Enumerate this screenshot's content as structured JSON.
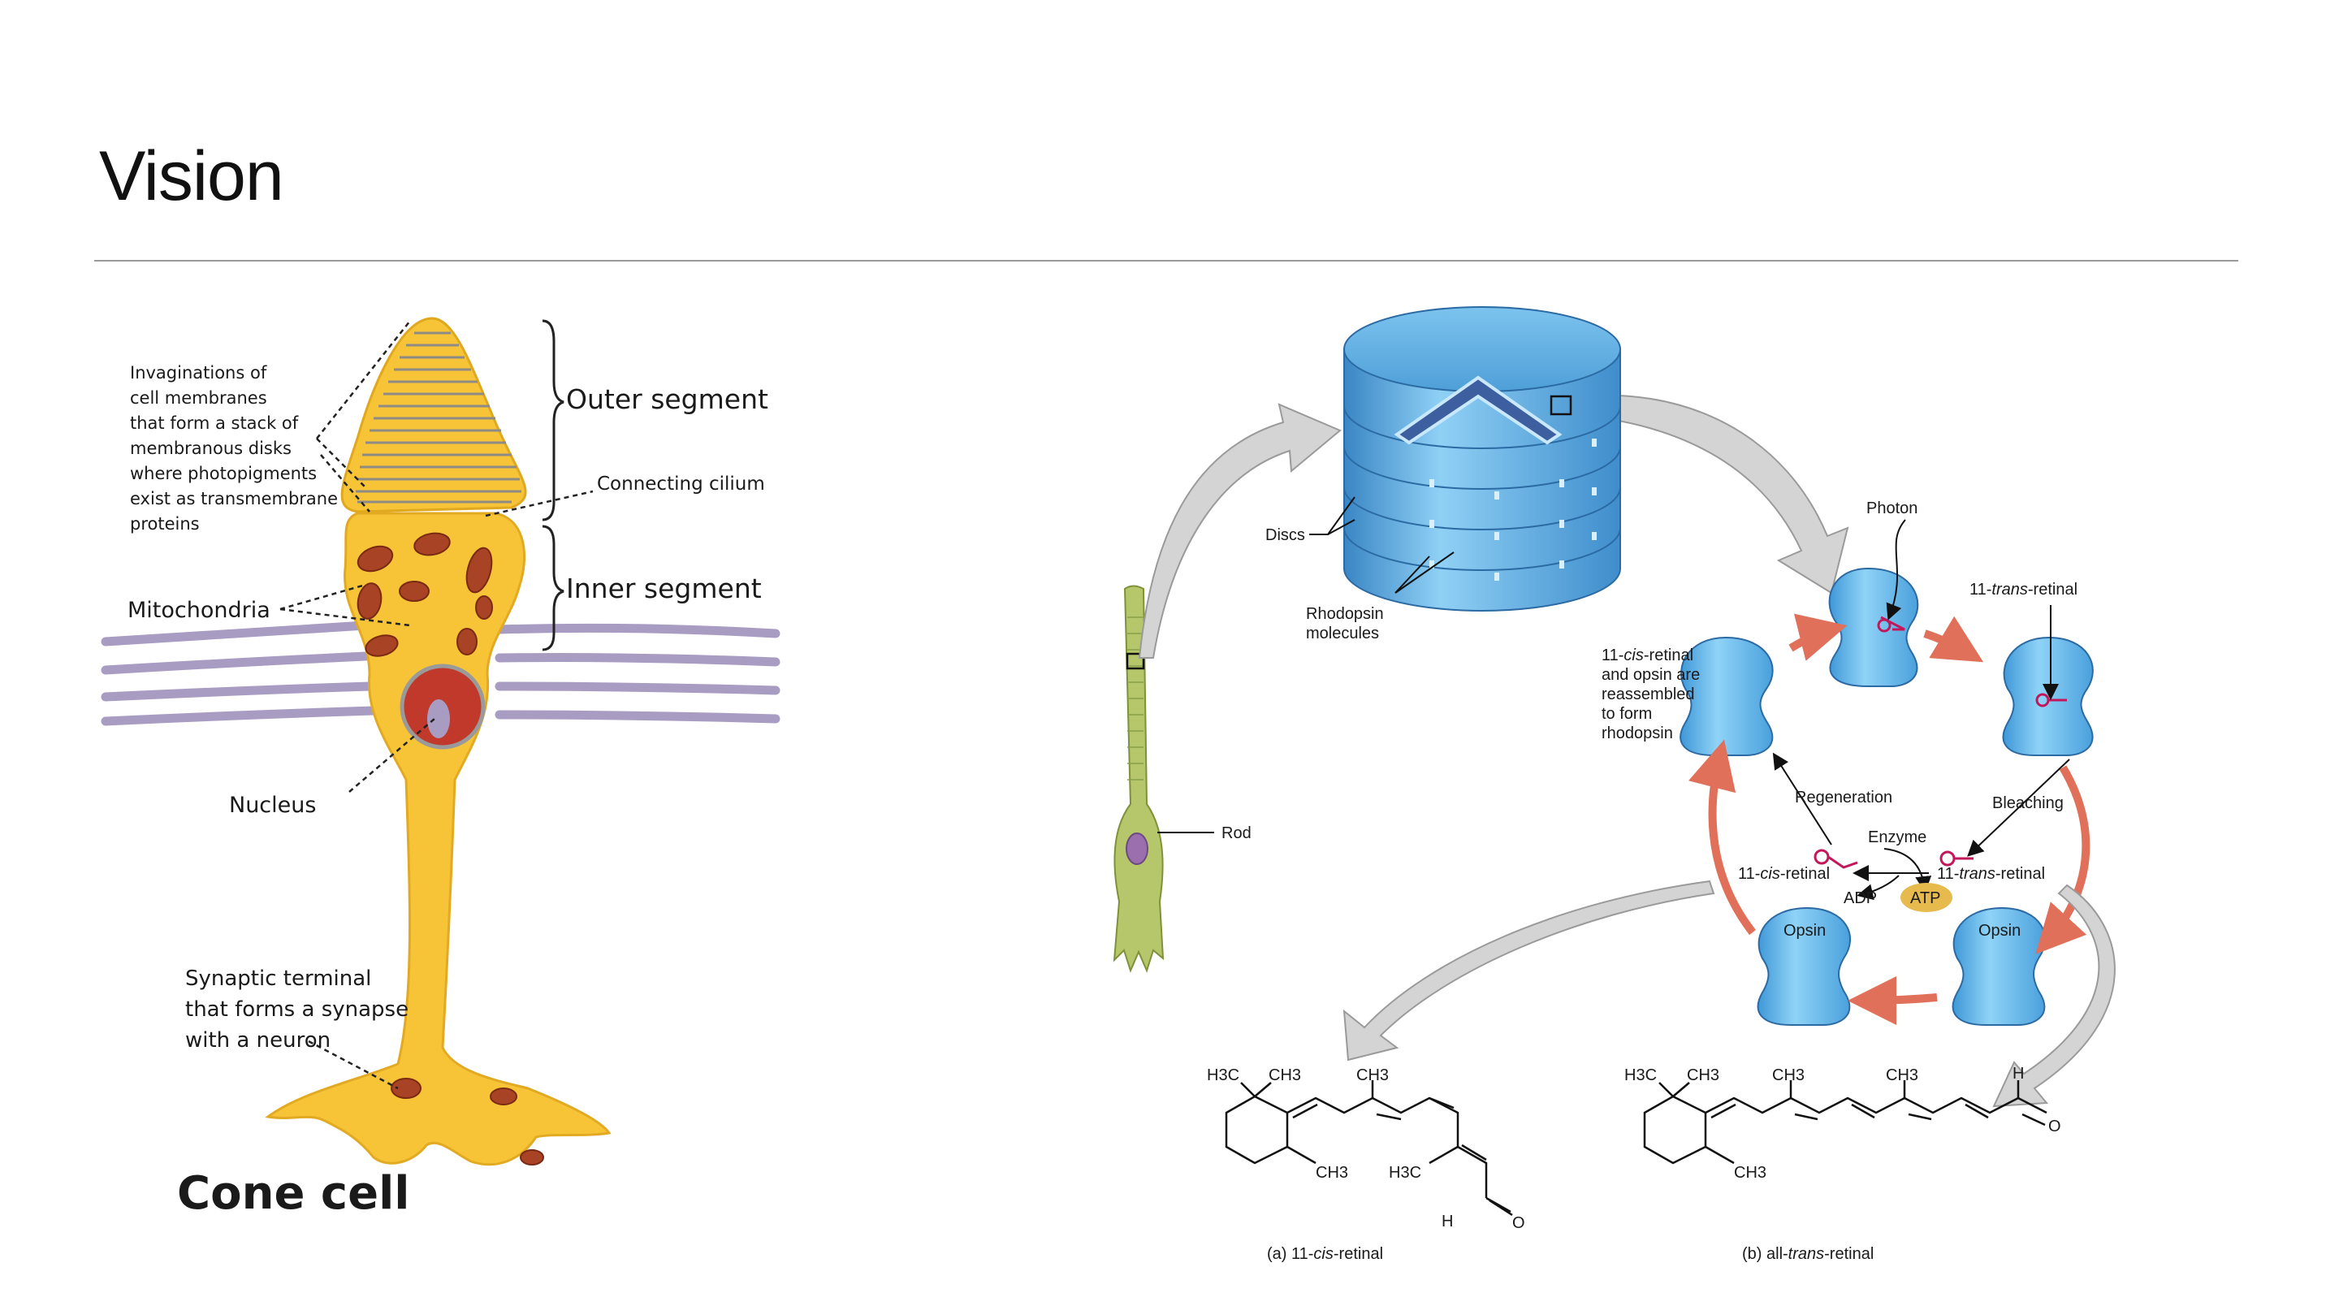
{
  "slide": {
    "title": "Vision"
  },
  "cone_figure": {
    "label_invaginations": [
      "Invaginations of",
      "cell membranes",
      "that form a stack of",
      "membranous disks",
      "where photopigments",
      "exist as transmembrane",
      "proteins"
    ],
    "label_outer_segment": "Outer segment",
    "label_connecting_cilium": "Connecting cilium",
    "label_inner_segment": "Inner segment",
    "label_mitochondria": "Mitochondria",
    "label_nucleus": "Nucleus",
    "label_synaptic": [
      "Synaptic terminal",
      "that forms a synapse",
      "with a neuron"
    ],
    "caption": "Cone cell"
  },
  "rhodopsin_figure": {
    "label_discs": "Discs",
    "label_rhodopsin": [
      "Rhodopsin",
      "molecules"
    ],
    "label_rod": "Rod",
    "label_photon": "Photon",
    "label_trans_top_prefix": "11-",
    "label_trans_top_italic": "trans",
    "label_trans_top_suffix": "-retinal",
    "label_reassembled_prefix": "11-",
    "label_reassembled_italic": "cis",
    "label_reassembled_suffix": "-retinal",
    "label_reassembled_lines": [
      "and opsin are",
      "reassembled",
      "to form",
      "rhodopsin"
    ],
    "label_regeneration": "Regeneration",
    "label_bleaching": "Bleaching",
    "label_enzyme": "Enzyme",
    "label_cis_left_prefix": "11-",
    "label_cis_left_italic": "cis",
    "label_cis_left_suffix": "-retinal",
    "label_trans_right_prefix": "11-",
    "label_trans_right_italic": "trans",
    "label_trans_right_suffix": "-retinal",
    "label_adp": "ADP",
    "label_atp": "ATP",
    "label_opsin": "Opsin",
    "chem_h3c": "H3C",
    "chem_ch3": "CH3",
    "chem_h": "H",
    "chem_o": "O",
    "caption_a_prefix": "(a) 11-",
    "caption_a_italic": "cis",
    "caption_a_suffix": "-retinal",
    "caption_b_prefix": "(b) all-",
    "caption_b_italic": "trans",
    "caption_b_suffix": "-retinal"
  },
  "colors": {
    "cone_yellow": "#f7c437",
    "disk_blue": "#5fb1e3",
    "cycle_arrow": "#e0705a",
    "membrane_purple": "#a99cc2",
    "rod_green": "#b5c76a"
  }
}
